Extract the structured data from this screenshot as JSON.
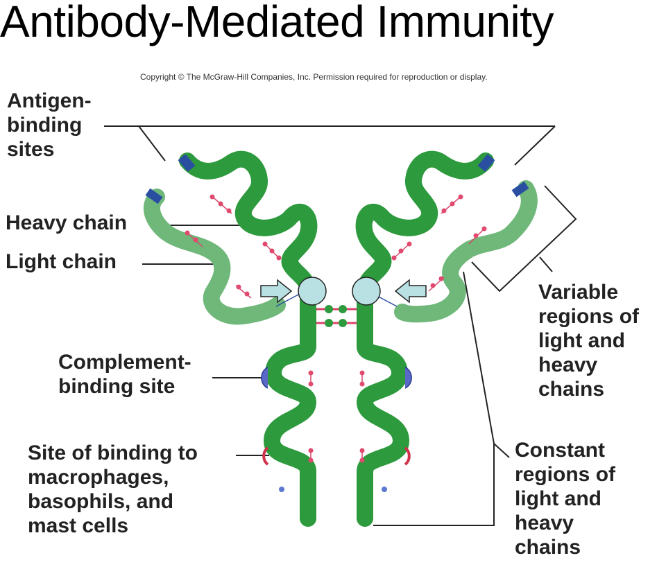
{
  "title": "Antibody-Mediated Immunity",
  "copyright": "Copyright © The McGraw-Hill Companies, Inc. Permission required for reproduction or display.",
  "labels": {
    "antigen_binding": [
      "Antigen-",
      "binding",
      "sites"
    ],
    "heavy_chain": [
      "Heavy chain"
    ],
    "light_chain": [
      "Light chain"
    ],
    "complement": [
      "Complement-",
      "binding site"
    ],
    "site_binding": [
      "Site of binding to",
      "macrophages,",
      "basophils, and",
      "mast cells"
    ],
    "variable": [
      "Variable",
      "regions of",
      "light and",
      "heavy",
      "chains"
    ],
    "constant": [
      "Constant",
      "regions of",
      "light and",
      "heavy",
      "chains"
    ]
  },
  "colors": {
    "heavy_chain": "#2e9a3e",
    "light_chain": "#6fb87a",
    "disulfide_bond": "#d9456b",
    "antigen_site": "#2a4fa0",
    "complement_site": "#5a68c8",
    "macrophage_site": "#d0304a",
    "hinge_circle": "#b9e0e2"
  }
}
